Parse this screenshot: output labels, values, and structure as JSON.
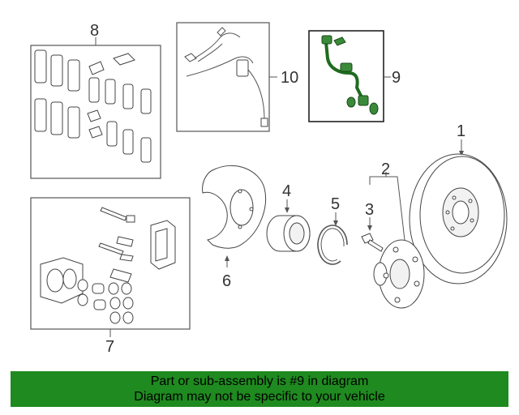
{
  "callouts": {
    "c1": "1",
    "c2": "2",
    "c3": "3",
    "c4": "4",
    "c5": "5",
    "c6": "6",
    "c7": "7",
    "c8": "8",
    "c9": "9",
    "c10": "10"
  },
  "banner": {
    "line1": "Part or sub-assembly is #9 in diagram",
    "line2": "Diagram may not be specific to your vehicle"
  },
  "colors": {
    "highlight": "#1f8a1f",
    "banner_bg": "#1f8a1f"
  }
}
